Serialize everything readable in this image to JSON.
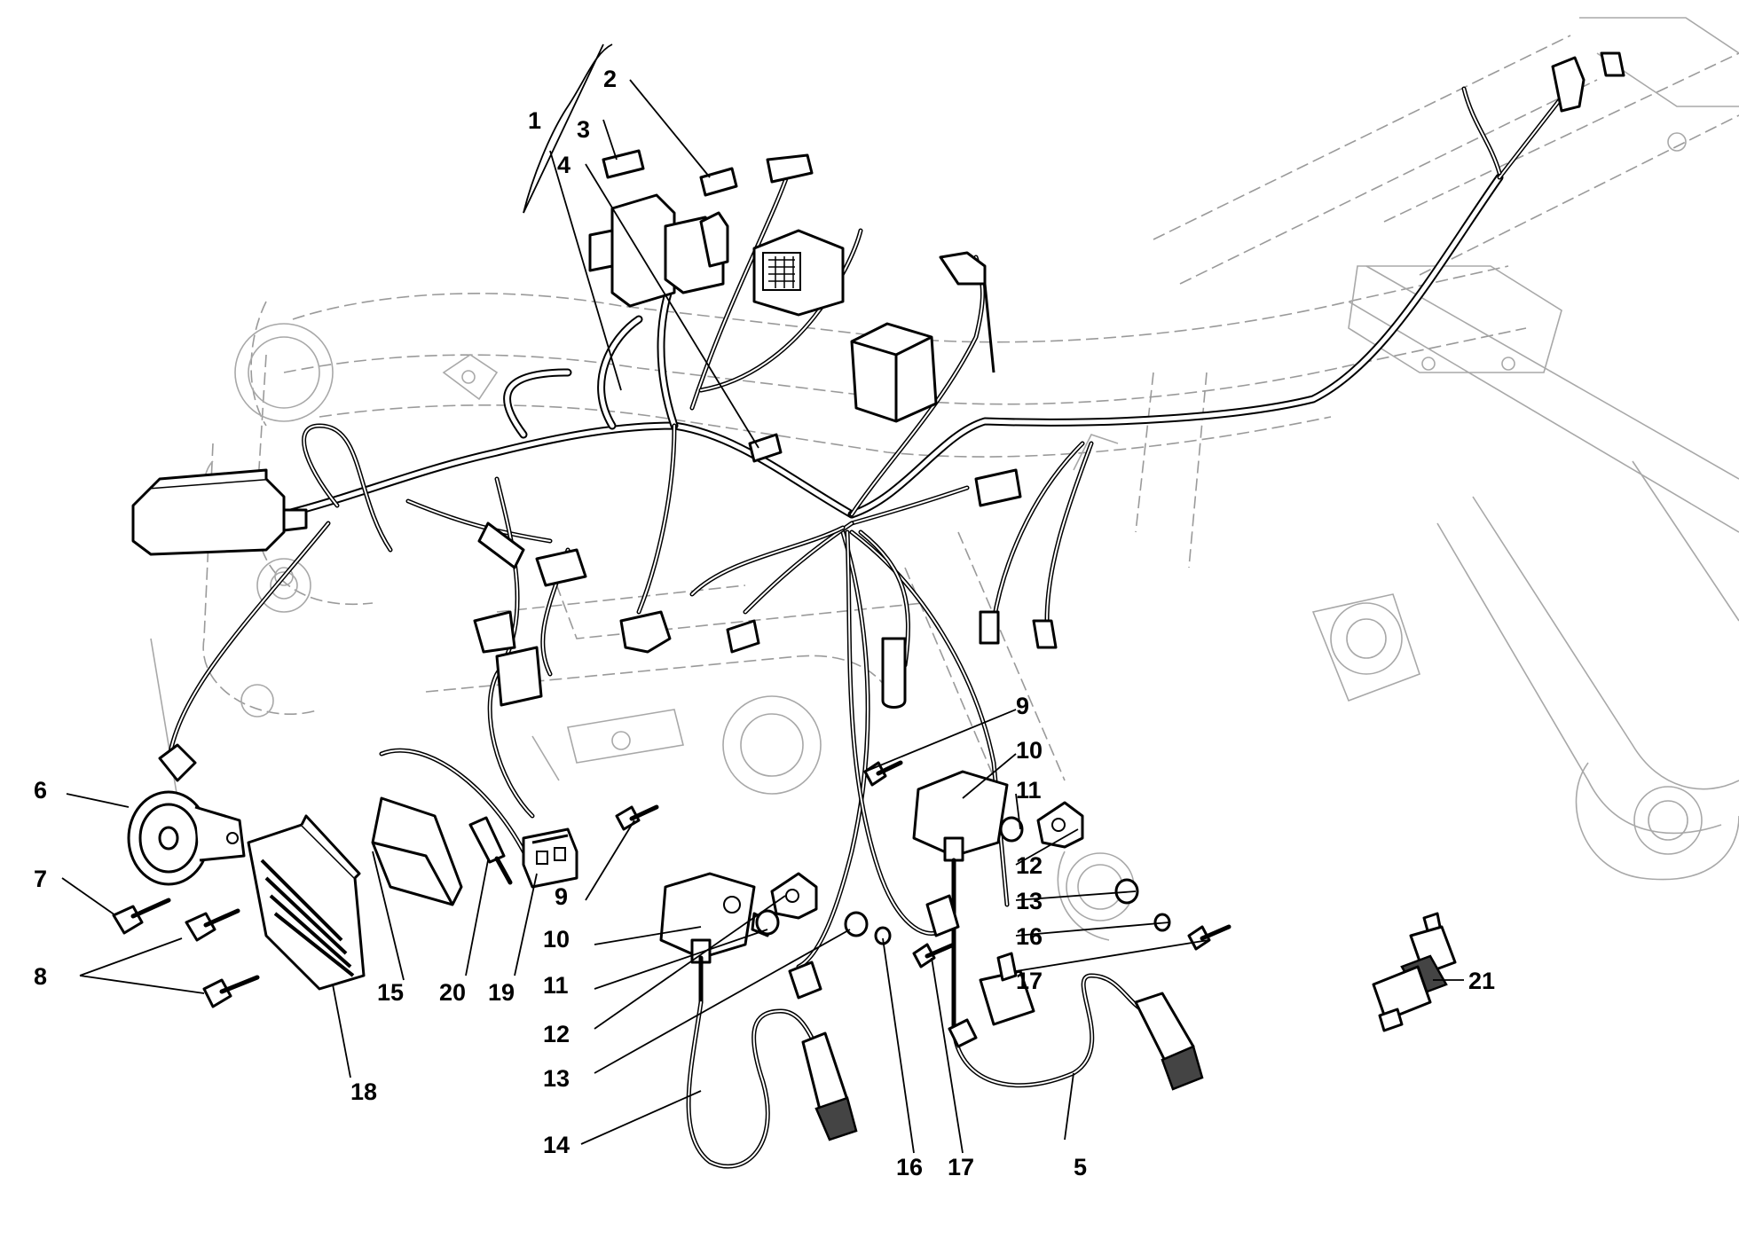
{
  "callouts": {
    "c1": "1",
    "c2": "2",
    "c3": "3",
    "c4": "4",
    "c5": "5",
    "c6": "6",
    "c7": "7",
    "c8": "8",
    "c9a": "9",
    "c9b": "9",
    "c10a": "10",
    "c10b": "10",
    "c11a": "11",
    "c11b": "11",
    "c12a": "12",
    "c12b": "12",
    "c13a": "13",
    "c13b": "13",
    "c14": "14",
    "c15": "15",
    "c16a": "16",
    "c16b": "16",
    "c17a": "17",
    "c17b": "17",
    "c18": "18",
    "c19": "19",
    "c20": "20",
    "c21": "21"
  }
}
